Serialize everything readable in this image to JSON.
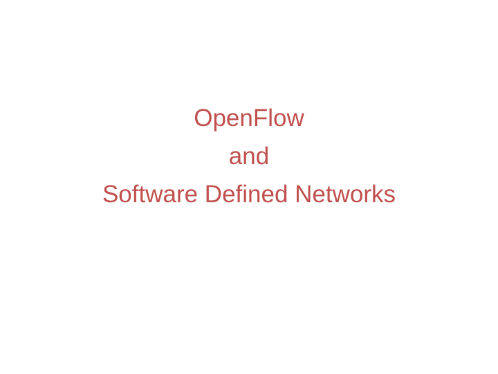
{
  "slide": {
    "title_lines": [
      "OpenFlow",
      "and",
      "Software Defined Networks"
    ],
    "colors": {
      "title": "#c0504d",
      "background": "#ffffff"
    }
  }
}
